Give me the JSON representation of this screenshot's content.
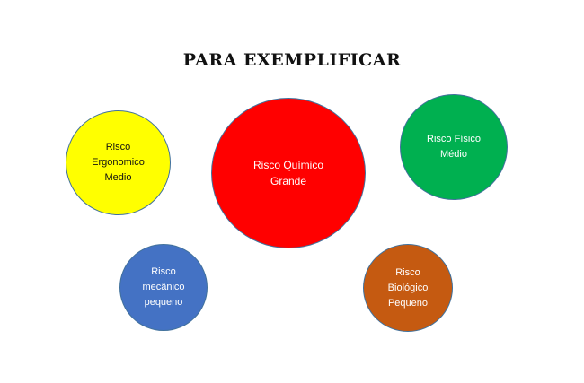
{
  "title": "PARA EXEMPLIFICAR",
  "risks": [
    {
      "id": "ergonomico",
      "label": "Risco\nErgonomico\nMedio",
      "fill": "#ffff00",
      "text_color": "#111111"
    },
    {
      "id": "quimico",
      "label": "Risco Químico\nGrande",
      "fill": "#ff0000",
      "text_color": "#ffffff"
    },
    {
      "id": "fisico",
      "label": "Risco Físico\nMédio",
      "fill": "#00b050",
      "text_color": "#ffffff"
    },
    {
      "id": "mecanico",
      "label": "Risco\nmecânico\npequeno",
      "fill": "#4472c4",
      "text_color": "#ffffff"
    },
    {
      "id": "biologico",
      "label": "Risco\nBiológico\nPequeno",
      "fill": "#c55a11",
      "text_color": "#ffffff"
    }
  ]
}
